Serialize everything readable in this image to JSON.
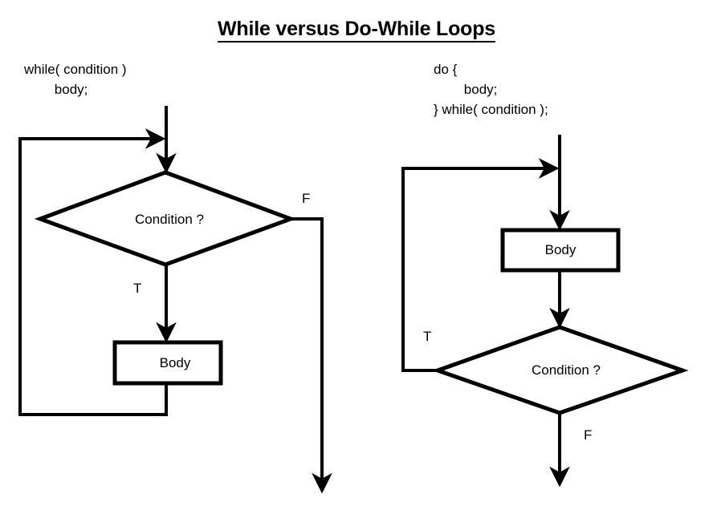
{
  "page": {
    "title": "While versus Do-While Loops",
    "background_color": "#ffffff",
    "line_color": "#000000",
    "text_color": "#000000"
  },
  "while_section": {
    "code_lines": "while( condition )\n        body;",
    "flow": {
      "decision_label": "Condition ?",
      "process_label": "Body",
      "true_branch_label": "T",
      "false_branch_label": "F"
    }
  },
  "do_while_section": {
    "code_lines": "do {\n        body;\n} while( condition );",
    "flow": {
      "decision_label": "Condition ?",
      "process_label": "Body",
      "true_branch_label": "T",
      "false_branch_label": "F"
    }
  }
}
